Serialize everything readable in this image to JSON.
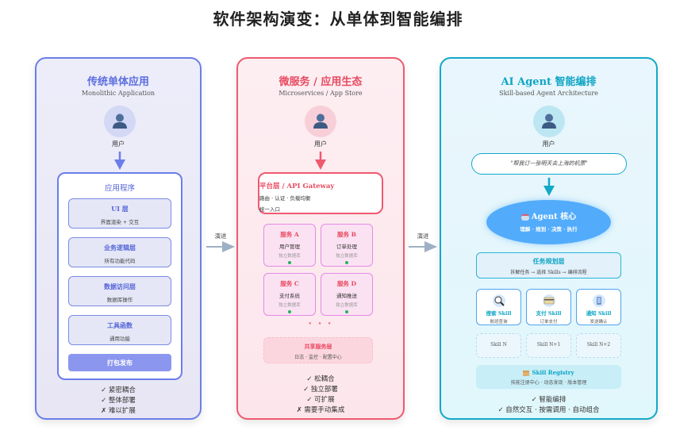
{
  "title": "软件架构演变：从单体到智能编排",
  "colors": {
    "monolith": "#6b7ee8",
    "micro": "#ef5a6f",
    "agent": "#12a9c8",
    "core": "#52acfb"
  },
  "evolve_label": "演进",
  "monolith": {
    "title": "传统单体应用",
    "subtitle": "Monolithic Application",
    "user_label": "用户",
    "app_title": "应用程序",
    "layers": [
      {
        "title": "UI 层",
        "desc": "界面渲染 + 交互"
      },
      {
        "title": "业务逻辑层",
        "desc": "所有功能代码"
      },
      {
        "title": "数据访问层",
        "desc": "数据库操作"
      },
      {
        "title": "工具函数",
        "desc": "通用功能"
      }
    ],
    "publish_label": "打包发布",
    "traits": [
      "✓ 紧密耦合",
      "✓ 整体部署",
      "✗ 难以扩展"
    ]
  },
  "micro": {
    "title": "微服务 / 应用生态",
    "subtitle": "Microservices / App Store",
    "user_label": "用户",
    "gateway": {
      "title": "平台层 / API Gateway",
      "line1": "路由 · 认证 · 负载均衡",
      "line2": "统一入口"
    },
    "services": [
      {
        "title": "服务 A",
        "desc": "用户管理",
        "db": "独立数据库"
      },
      {
        "title": "服务 B",
        "desc": "订单处理",
        "db": "独立数据库"
      },
      {
        "title": "服务 C",
        "desc": "支付系统",
        "db": "独立数据库"
      },
      {
        "title": "服务 D",
        "desc": "通知推送",
        "db": "独立数据库"
      }
    ],
    "ellipsis": "• • •",
    "shared": {
      "title": "共享服务层",
      "desc": "日志 · 监控 · 配置中心"
    },
    "traits": [
      "✓ 松耦合",
      "✓ 独立部署",
      "✓ 可扩展",
      "✗ 需要手动集成"
    ]
  },
  "agent": {
    "title": "AI Agent 智能编排",
    "subtitle": "Skill-based Agent Architecture",
    "user_label": "用户",
    "quote": "\"帮我订一张明天去上海的机票\"",
    "core": {
      "title": "Agent 核心",
      "desc": "理解 · 规划 · 决策 · 执行",
      "icon": "robot-icon"
    },
    "planning": {
      "title": "任务规划层",
      "desc": "拆解任务 → 选择 Skills → 编排流程"
    },
    "skills": [
      {
        "title": "搜索 Skill",
        "desc": "航班查询",
        "icon": "magnifier-icon"
      },
      {
        "title": "支付 Skill",
        "desc": "订单支付",
        "icon": "credit-card-icon"
      },
      {
        "title": "通知 Skill",
        "desc": "发送确认",
        "icon": "envelope-icon"
      }
    ],
    "placeholders": [
      "Skill N",
      "Skill N+1",
      "Skill N+2"
    ],
    "registry": {
      "title": "Skill Registry",
      "desc": "技能注册中心 · 动态发现 · 版本管理",
      "icon": "box-icon"
    },
    "traits": [
      "✓ 智能编排",
      "✓ 自然交互 · 按需调用 · 自动组合"
    ]
  }
}
